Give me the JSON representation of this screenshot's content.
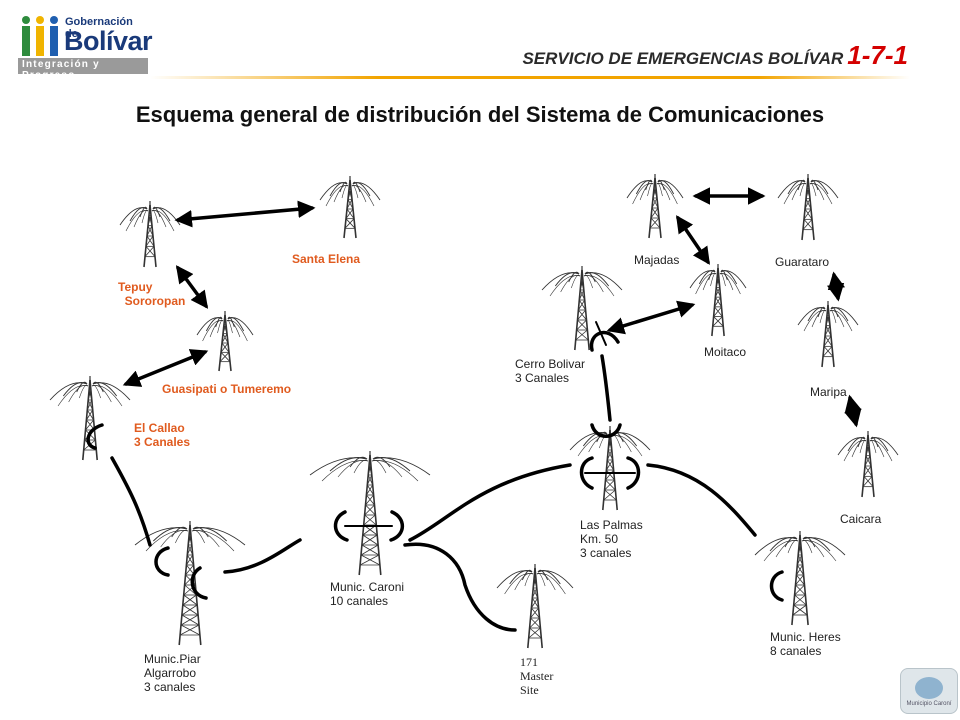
{
  "header": {
    "logo_small": "Gobernación de",
    "logo_main": "Bolívar",
    "logo_tagline": "Integración y Progreso",
    "service": "SERVICIO DE EMERGENCIAS BOLÍVAR",
    "service_code": "1-7-1"
  },
  "title": "Esquema general de distribución del Sistema de Comunicaciones",
  "nodes": {
    "santa_elena": "Santa Elena",
    "tepuy": "Tepuy\n  Sororopan",
    "guasipati": "Guasipati o Tumeremo",
    "el_callao": "El Callao\n3 Canales",
    "munic_piar": "Munic.Piar\nAlgarrobo\n3 canales",
    "munic_caroni": "Munic. Caroni\n10 canales",
    "master_site": "171\nMaster\nSite",
    "las_palmas": "Las Palmas\nKm. 50\n3 canales",
    "cerro_bolivar": "Cerro Bolivar\n3 Canales",
    "majadas": "Majadas",
    "guarataro": "Guarataro",
    "moitaco": "Moitaco",
    "maripa": "Maripa",
    "caicara": "Caicara",
    "munic_heres": "Munic. Heres\n8 canales"
  },
  "colors": {
    "accent_red": "#d40000",
    "label_orange": "#e05b1f",
    "rule_gold": "#f2a400",
    "logo_blue": "#1a3a7a"
  },
  "badge": {
    "text": "Municipio Caroní"
  }
}
